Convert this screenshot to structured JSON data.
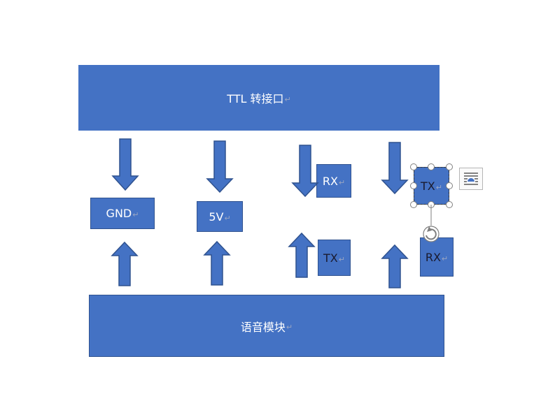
{
  "blocks": {
    "ttl": "TTL 转接口",
    "voice_module": "语音模块",
    "gnd": "GND",
    "v5": "5V",
    "rx_left": "RX",
    "tx_left": "TX",
    "tx_right": "TX",
    "rx_right": "RX"
  },
  "paragraph_mark": "↵",
  "colors": {
    "fill": "#4472c4",
    "border": "#2f528f"
  },
  "icons": {
    "rotate": "rotate-handle-icon",
    "layout": "layout-options-icon"
  }
}
